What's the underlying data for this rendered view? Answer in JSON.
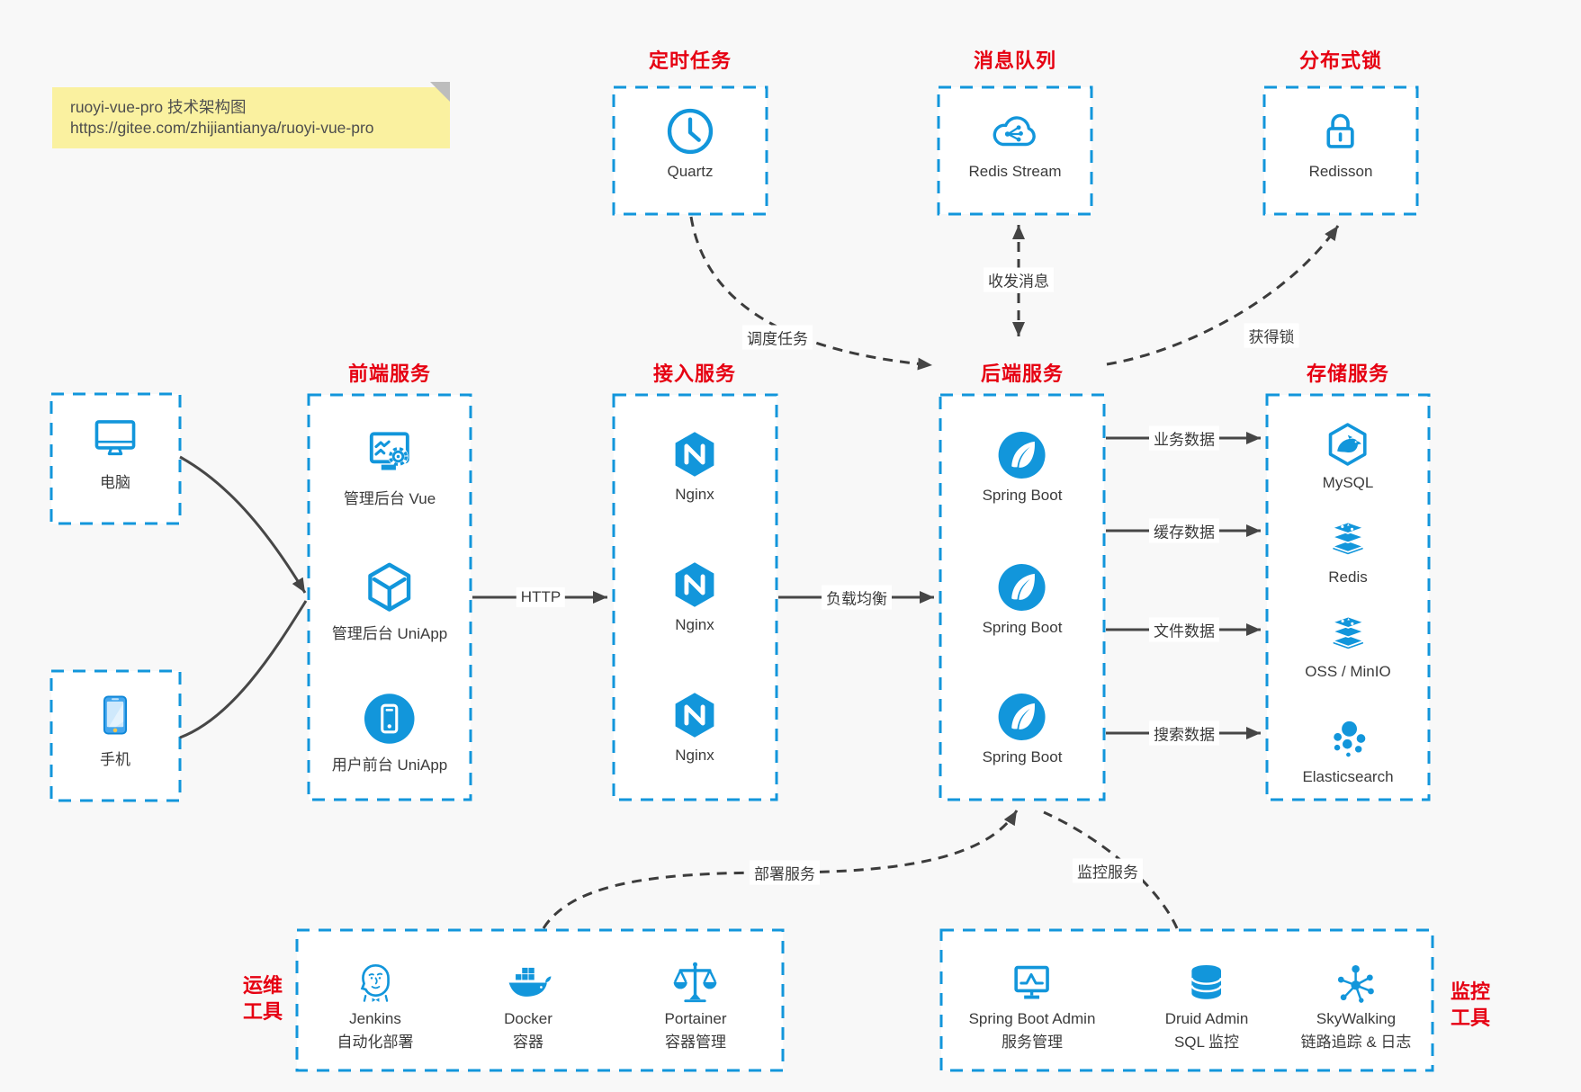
{
  "note": {
    "line1": "ruoyi-vue-pro 技术架构图",
    "line2": "https://gitee.com/zhijiantianya/ruoyi-vue-pro"
  },
  "groups": {
    "scheduler": {
      "title": "定时任务",
      "item": {
        "label": "Quartz",
        "icon": "clock-icon"
      }
    },
    "mq": {
      "title": "消息队列",
      "item": {
        "label": "Redis Stream",
        "icon": "cloud-stream-icon"
      }
    },
    "lock": {
      "title": "分布式锁",
      "item": {
        "label": "Redisson",
        "icon": "lock-icon"
      }
    },
    "clients": {
      "computer": "电脑",
      "phone": "手机"
    },
    "frontend": {
      "title": "前端服务",
      "items": [
        {
          "label": "管理后台 Vue",
          "icon": "admin-vue-icon"
        },
        {
          "label": "管理后台 UniApp",
          "icon": "uniapp-cube-icon"
        },
        {
          "label": "用户前台 UniApp",
          "icon": "user-app-icon"
        }
      ]
    },
    "gateway": {
      "title": "接入服务",
      "items": [
        {
          "label": "Nginx",
          "icon": "nginx-icon"
        },
        {
          "label": "Nginx",
          "icon": "nginx-icon"
        },
        {
          "label": "Nginx",
          "icon": "nginx-icon"
        }
      ]
    },
    "backend": {
      "title": "后端服务",
      "items": [
        {
          "label": "Spring Boot",
          "icon": "spring-boot-icon"
        },
        {
          "label": "Spring Boot",
          "icon": "spring-boot-icon"
        },
        {
          "label": "Spring Boot",
          "icon": "spring-boot-icon"
        }
      ]
    },
    "storage": {
      "title": "存储服务",
      "items": [
        {
          "label": "MySQL",
          "icon": "mysql-icon"
        },
        {
          "label": "Redis",
          "icon": "redis-stack-icon"
        },
        {
          "label": "OSS / MinIO",
          "icon": "redis-stack-icon"
        },
        {
          "label": "Elasticsearch",
          "icon": "elasticsearch-icon"
        }
      ]
    },
    "devops": {
      "title_line1": "运维",
      "title_line2": "工具",
      "items": [
        {
          "name": "Jenkins",
          "desc": "自动化部署",
          "icon": "jenkins-icon"
        },
        {
          "name": "Docker",
          "desc": "容器",
          "icon": "docker-icon"
        },
        {
          "name": "Portainer",
          "desc": "容器管理",
          "icon": "portainer-icon"
        }
      ]
    },
    "monitoring": {
      "title_line1": "监控",
      "title_line2": "工具",
      "items": [
        {
          "name": "Spring Boot Admin",
          "desc": "服务管理",
          "icon": "monitor-pulse-icon"
        },
        {
          "name": "Druid Admin",
          "desc": "SQL 监控",
          "icon": "database-icon"
        },
        {
          "name": "SkyWalking",
          "desc": "链路追踪 & 日志",
          "icon": "topology-icon"
        }
      ]
    }
  },
  "edges": {
    "http": "HTTP",
    "load_balance": "负载均衡",
    "business_data": "业务数据",
    "cache_data": "缓存数据",
    "file_data": "文件数据",
    "search_data": "搜索数据",
    "schedule_task": "调度任务",
    "send_receive_message": "收发消息",
    "acquire_lock": "获得锁",
    "deploy_service": "部署服务",
    "monitor_service": "监控服务"
  },
  "colors": {
    "accent_blue": "#1296db",
    "title_red": "#e60012",
    "arrow_dark": "#454545",
    "note_yellow": "#faf1a0",
    "box_fill": "#ffffff",
    "background": "#f8f8f8"
  }
}
